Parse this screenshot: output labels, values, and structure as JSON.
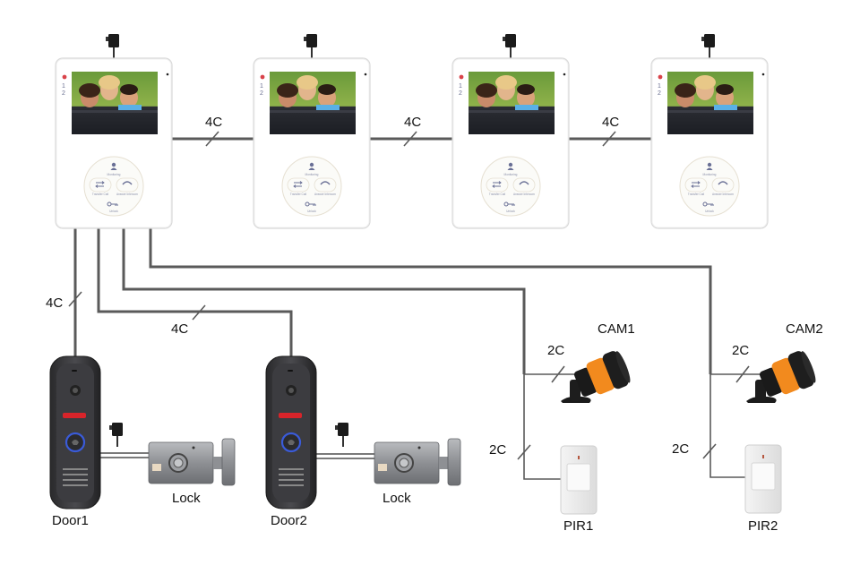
{
  "diagram": {
    "title": "",
    "monitors": [
      {
        "id": "monitor-1",
        "buttons": {
          "top": "Monitoring",
          "left": "Transfer Call",
          "right": "Answer Intercom",
          "bottom": "Unlock"
        },
        "side_indicators": [
          "1",
          "2"
        ]
      },
      {
        "id": "monitor-2",
        "buttons": {
          "top": "Monitoring",
          "left": "Transfer Call",
          "right": "Answer Intercom",
          "bottom": "Unlock"
        },
        "side_indicators": [
          "1",
          "2"
        ]
      },
      {
        "id": "monitor-3",
        "buttons": {
          "top": "Monitoring",
          "left": "Transfer Call",
          "right": "Answer Intercom",
          "bottom": "Unlock"
        },
        "side_indicators": [
          "1",
          "2"
        ]
      },
      {
        "id": "monitor-4",
        "buttons": {
          "top": "Monitoring",
          "left": "Transfer Call",
          "right": "Answer Intercom",
          "bottom": "Unlock"
        },
        "side_indicators": [
          "1",
          "2"
        ]
      }
    ],
    "devices": {
      "door1": "Door1",
      "door2": "Door2",
      "lock1": "Lock",
      "lock2": "Lock",
      "cam1": "CAM1",
      "cam2": "CAM2",
      "pir1": "PIR1",
      "pir2": "PIR2"
    },
    "wire_labels": {
      "monitor1_monitor2": "4C",
      "monitor2_monitor3": "4C",
      "monitor3_monitor4": "4C",
      "monitor1_door1": "4C",
      "monitor1_door2": "4C",
      "cam1": "2C",
      "pir1": "2C",
      "cam2": "2C",
      "pir2": "2C"
    },
    "colors": {
      "wire": "#5a5a5a",
      "camera_accent": "#f28a1e",
      "doorbell_body": "#3a3a3c",
      "ring_led": "#3a5bd9",
      "ir_led": "#d8242a"
    }
  }
}
